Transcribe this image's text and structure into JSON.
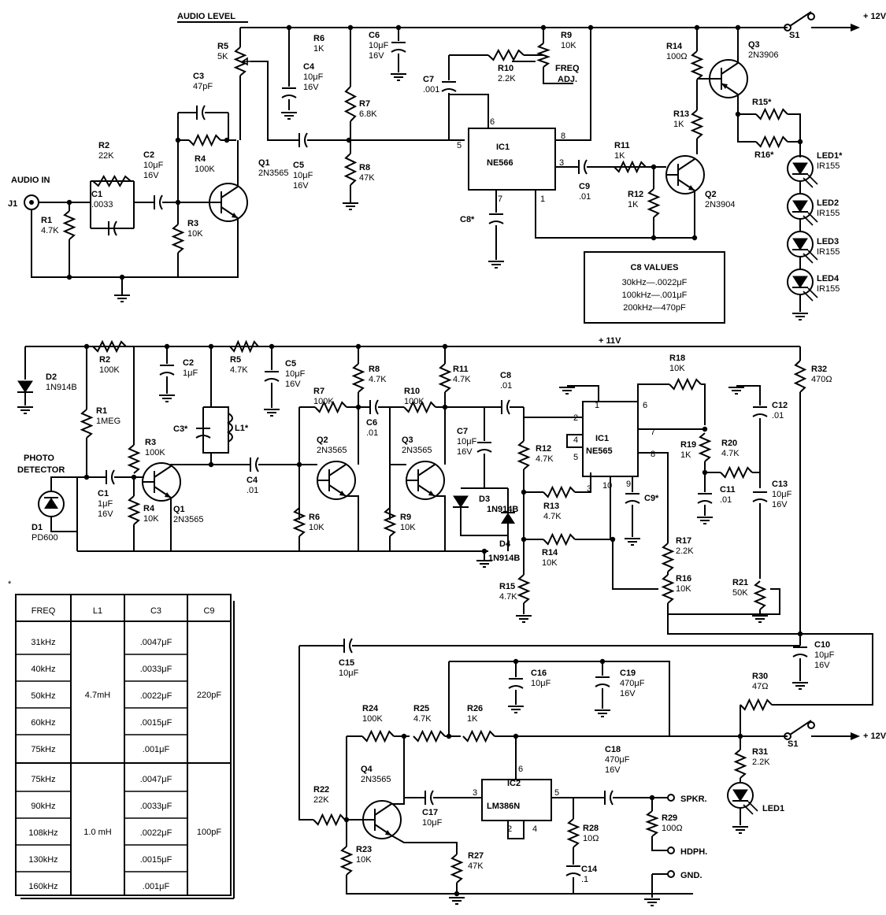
{
  "top": {
    "audio_level": "AUDIO LEVEL",
    "audio_in": "AUDIO IN",
    "j1": "J1",
    "plus12": "+ 12V",
    "s1": "S1",
    "ic1_name": "IC1",
    "ic1_part": "NE566",
    "freq_adj_1": "FREQ",
    "freq_adj_2": "ADJ.",
    "c8_title": "C8 VALUES",
    "c8_rows": [
      "30kHz—.0022μF",
      "100kHz—.001μF",
      "200kHz—470pF"
    ],
    "parts": {
      "R1": [
        "R1",
        "4.7K"
      ],
      "C1": [
        "C1",
        ".0033"
      ],
      "R2": [
        "R2",
        "22K"
      ],
      "C2": [
        "C2",
        "10μF",
        "16V"
      ],
      "R3": [
        "R3",
        "10K"
      ],
      "C3": [
        "C3",
        "47pF"
      ],
      "R4": [
        "R4",
        "100K"
      ],
      "Q1": [
        "Q1",
        "2N3565"
      ],
      "R5": [
        "R5",
        "5K"
      ],
      "C4": [
        "C4",
        "10μF",
        "16V"
      ],
      "C5": [
        "C5",
        "10μF",
        "16V"
      ],
      "R6": [
        "R6",
        "1K"
      ],
      "C6": [
        "C6",
        "10μF",
        "16V"
      ],
      "R7": [
        "R7",
        "6.8K"
      ],
      "R8": [
        "R8",
        "47K"
      ],
      "C7": [
        "C7",
        ".001"
      ],
      "R10": [
        "R10",
        "2.2K"
      ],
      "R9": [
        "R9",
        "10K"
      ],
      "C8": [
        "C8*"
      ],
      "C9": [
        "C9",
        ".01"
      ],
      "R11": [
        "R11",
        "1K"
      ],
      "R12": [
        "R12",
        "1K"
      ],
      "Q2": [
        "Q2",
        "2N3904"
      ],
      "R13": [
        "R13",
        "1K"
      ],
      "R14": [
        "R14",
        "100Ω"
      ],
      "Q3": [
        "Q3",
        "2N3906"
      ],
      "R15": [
        "R15*"
      ],
      "R16": [
        "R16*"
      ],
      "LED1": [
        "LED1*",
        "IR155"
      ],
      "LED2": [
        "LED2",
        "IR155"
      ],
      "LED3": [
        "LED3",
        "IR155"
      ],
      "LED4": [
        "LED4",
        "IR155"
      ]
    },
    "pins": [
      "6",
      "8",
      "5",
      "3",
      "7",
      "1"
    ]
  },
  "bottom": {
    "plus11": "+ 11V",
    "photo_1": "PHOTO",
    "photo_2": "DETECTOR",
    "ic1_name": "IC1",
    "ic1_part": "NE565",
    "ic2_name": "IC2",
    "ic2_part": "LM386N",
    "spkr": "SPKR.",
    "hdph": "HDPH.",
    "gnd": "GND.",
    "plus12": "+ 12V",
    "s1": "S1",
    "parts": {
      "D2": [
        "D2",
        "1N914B"
      ],
      "R2": [
        "R2",
        "100K"
      ],
      "R1": [
        "R1",
        "1MEG"
      ],
      "D1": [
        "D1",
        "PD600"
      ],
      "C1": [
        "C1",
        "1μF",
        "16V"
      ],
      "C2": [
        "C2",
        "1μF"
      ],
      "R3": [
        "R3",
        "100K"
      ],
      "R4": [
        "R4",
        "10K"
      ],
      "Q1": [
        "Q1",
        "2N3565"
      ],
      "C3": [
        "C3*"
      ],
      "L1": [
        "L1*"
      ],
      "C4": [
        "C4",
        ".01"
      ],
      "R5": [
        "R5",
        "4.7K"
      ],
      "C5": [
        "C5",
        "10μF",
        "16V"
      ],
      "R7": [
        "R7",
        "100K"
      ],
      "R6": [
        "R6",
        "10K"
      ],
      "Q2": [
        "Q2",
        "2N3565"
      ],
      "R8": [
        "R8",
        "4.7K"
      ],
      "C6": [
        "C6",
        ".01"
      ],
      "R10": [
        "R10",
        "100K"
      ],
      "R9": [
        "R9",
        "10K"
      ],
      "Q3": [
        "Q3",
        "2N3565"
      ],
      "R11": [
        "R11",
        "4.7K"
      ],
      "C8": [
        "C8",
        ".01"
      ],
      "C7": [
        "C7",
        "10μF",
        "16V"
      ],
      "D3": [
        "D3",
        "1N914B"
      ],
      "D4": [
        "D4",
        "1N914B"
      ],
      "R12": [
        "R12",
        "4.7K"
      ],
      "R13": [
        "R13",
        "4.7K"
      ],
      "R14": [
        "R14",
        "10K"
      ],
      "R15": [
        "R15",
        "4.7K"
      ],
      "C9": [
        "C9*"
      ],
      "R18": [
        "R18",
        "10K"
      ],
      "R19": [
        "R19",
        "1K"
      ],
      "R20": [
        "R20",
        "4.7K"
      ],
      "C11": [
        "C11",
        ".01"
      ],
      "C12": [
        "C12",
        ".01"
      ],
      "C13": [
        "C13",
        "10μF",
        "16V"
      ],
      "R32": [
        "R32",
        "470Ω"
      ],
      "R17": [
        "R17",
        "2.2K"
      ],
      "R16": [
        "R16",
        "10K"
      ],
      "R21": [
        "R21",
        "50K"
      ],
      "C10": [
        "C10",
        "10μF",
        "16V"
      ],
      "C15": [
        "C15",
        "10μF"
      ],
      "C16": [
        "C16",
        "10μF"
      ],
      "C19": [
        "C19",
        "470μF",
        "16V"
      ],
      "R30": [
        "R30",
        "47Ω"
      ],
      "R24": [
        "R24",
        "100K"
      ],
      "R25": [
        "R25",
        "4.7K"
      ],
      "R26": [
        "R26",
        "1K"
      ],
      "R22": [
        "R22",
        "22K"
      ],
      "Q4": [
        "Q4",
        "2N3565"
      ],
      "C17": [
        "C17",
        "10μF"
      ],
      "C18": [
        "C18",
        "470μF",
        "16V"
      ],
      "R31": [
        "R31",
        "2.2K"
      ],
      "LED1": [
        "LED1"
      ],
      "R23": [
        "R23",
        "10K"
      ],
      "R27": [
        "R27",
        "47K"
      ],
      "R28": [
        "R28",
        "10Ω"
      ],
      "C14": [
        "C14",
        ".1"
      ],
      "R29": [
        "R29",
        "100Ω"
      ]
    },
    "pins_ic1": [
      "2",
      "1",
      "6",
      "7",
      "8",
      "4",
      "5",
      "3",
      "10",
      "9"
    ],
    "pins_ic2": [
      "6",
      "3",
      "5",
      "2",
      "4"
    ]
  },
  "table": {
    "note": "*",
    "headers": [
      "FREQ",
      "L1",
      "C3",
      "C9"
    ],
    "groups": [
      {
        "l1": "4.7mH",
        "c9": "220pF",
        "rows": [
          [
            "31kHz",
            ".0047μF"
          ],
          [
            "40kHz",
            ".0033μF"
          ],
          [
            "50kHz",
            ".0022μF"
          ],
          [
            "60kHz",
            ".0015μF"
          ],
          [
            "75kHz",
            ".001μF"
          ]
        ]
      },
      {
        "l1": "1.0 mH",
        "c9": "100pF",
        "rows": [
          [
            "75kHz",
            ".0047μF"
          ],
          [
            "90kHz",
            ".0033μF"
          ],
          [
            "108kHz",
            ".0022μF"
          ],
          [
            "130kHz",
            ".0015μF"
          ],
          [
            "160kHz",
            ".001μF"
          ]
        ]
      }
    ]
  }
}
